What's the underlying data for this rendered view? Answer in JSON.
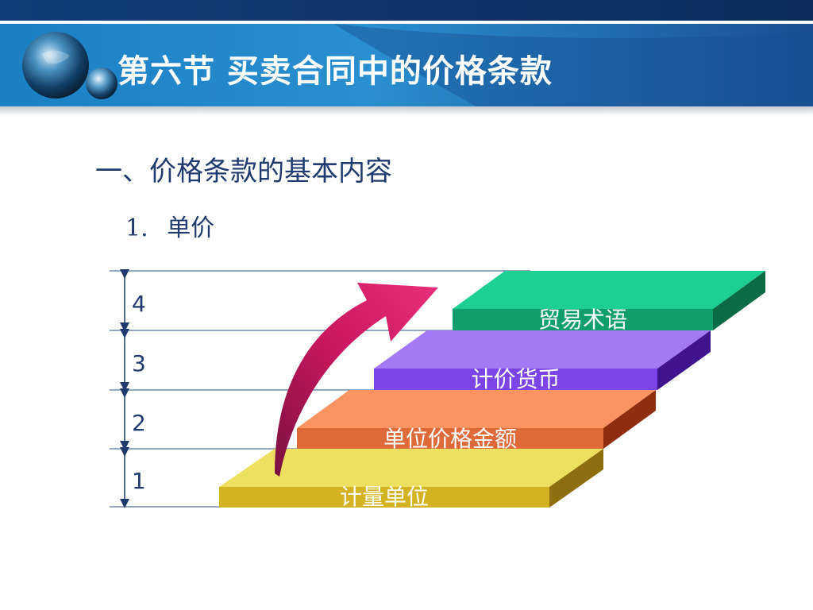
{
  "header": {
    "title": "第六节  买卖合同中的价格条款"
  },
  "content": {
    "section_heading": "一、价格条款的基本内容",
    "item_number": "1.",
    "item_label": "单价"
  },
  "steps": [
    {
      "level": "1",
      "label": "计量单位",
      "color": "#e8cf3c"
    },
    {
      "level": "2",
      "label": "单位价格金额",
      "color": "#f58a55"
    },
    {
      "level": "3",
      "label": "计价货币",
      "color": "#8a5ef0"
    },
    {
      "level": "4",
      "label": "贸易术语",
      "color": "#1fc28c"
    }
  ],
  "colors": {
    "header_blue": "#1a5fa8",
    "header_light": "#2e9ad6",
    "arrow": "#d8226a",
    "text_blue": "#1f3a6e"
  }
}
